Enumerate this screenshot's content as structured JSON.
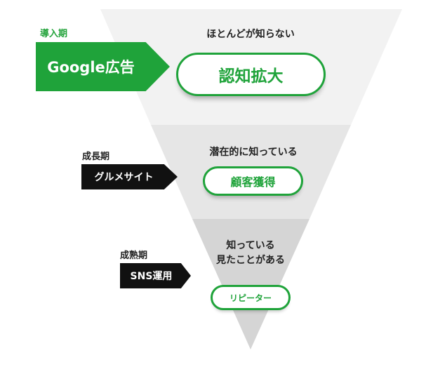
{
  "colors": {
    "accent_green": "#1fa33a",
    "tier1_fill": "#f2f2f2",
    "tier2_fill": "#e6e6e6",
    "tier3_fill": "#d5d5d5",
    "arrow_dark": "#111111"
  },
  "tiers": [
    {
      "stage_label": "導入期",
      "channel": "Google広告",
      "caption": "ほとんどが知らない",
      "pill": "認知拡大"
    },
    {
      "stage_label": "成長期",
      "channel": "グルメサイト",
      "caption": "潜在的に知っている",
      "pill": "顧客獲得"
    },
    {
      "stage_label": "成熟期",
      "channel": "SNS運用",
      "caption_line1": "知っている",
      "caption_line2": "見たことがある",
      "pill": "リピーター"
    }
  ]
}
